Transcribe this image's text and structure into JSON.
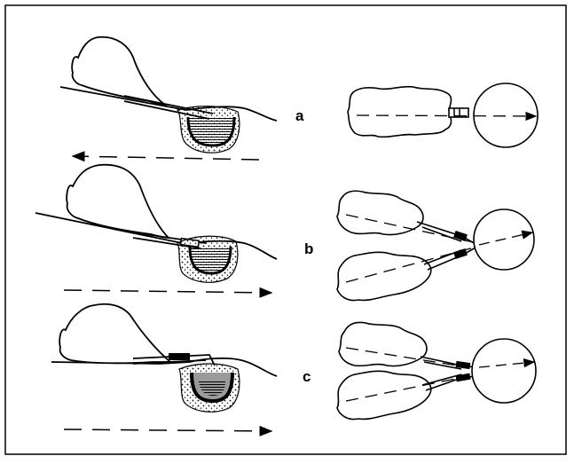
{
  "panels": [
    {
      "id": "a",
      "label": "a",
      "right_lines": 1
    },
    {
      "id": "b",
      "label": "b",
      "right_lines": 2
    },
    {
      "id": "c",
      "label": "c",
      "right_lines": 2
    }
  ],
  "colors": {
    "ink": "#000000",
    "background": "#ffffff",
    "fill_light": "#ffffff",
    "fill_medium": "#9a9a9a"
  }
}
